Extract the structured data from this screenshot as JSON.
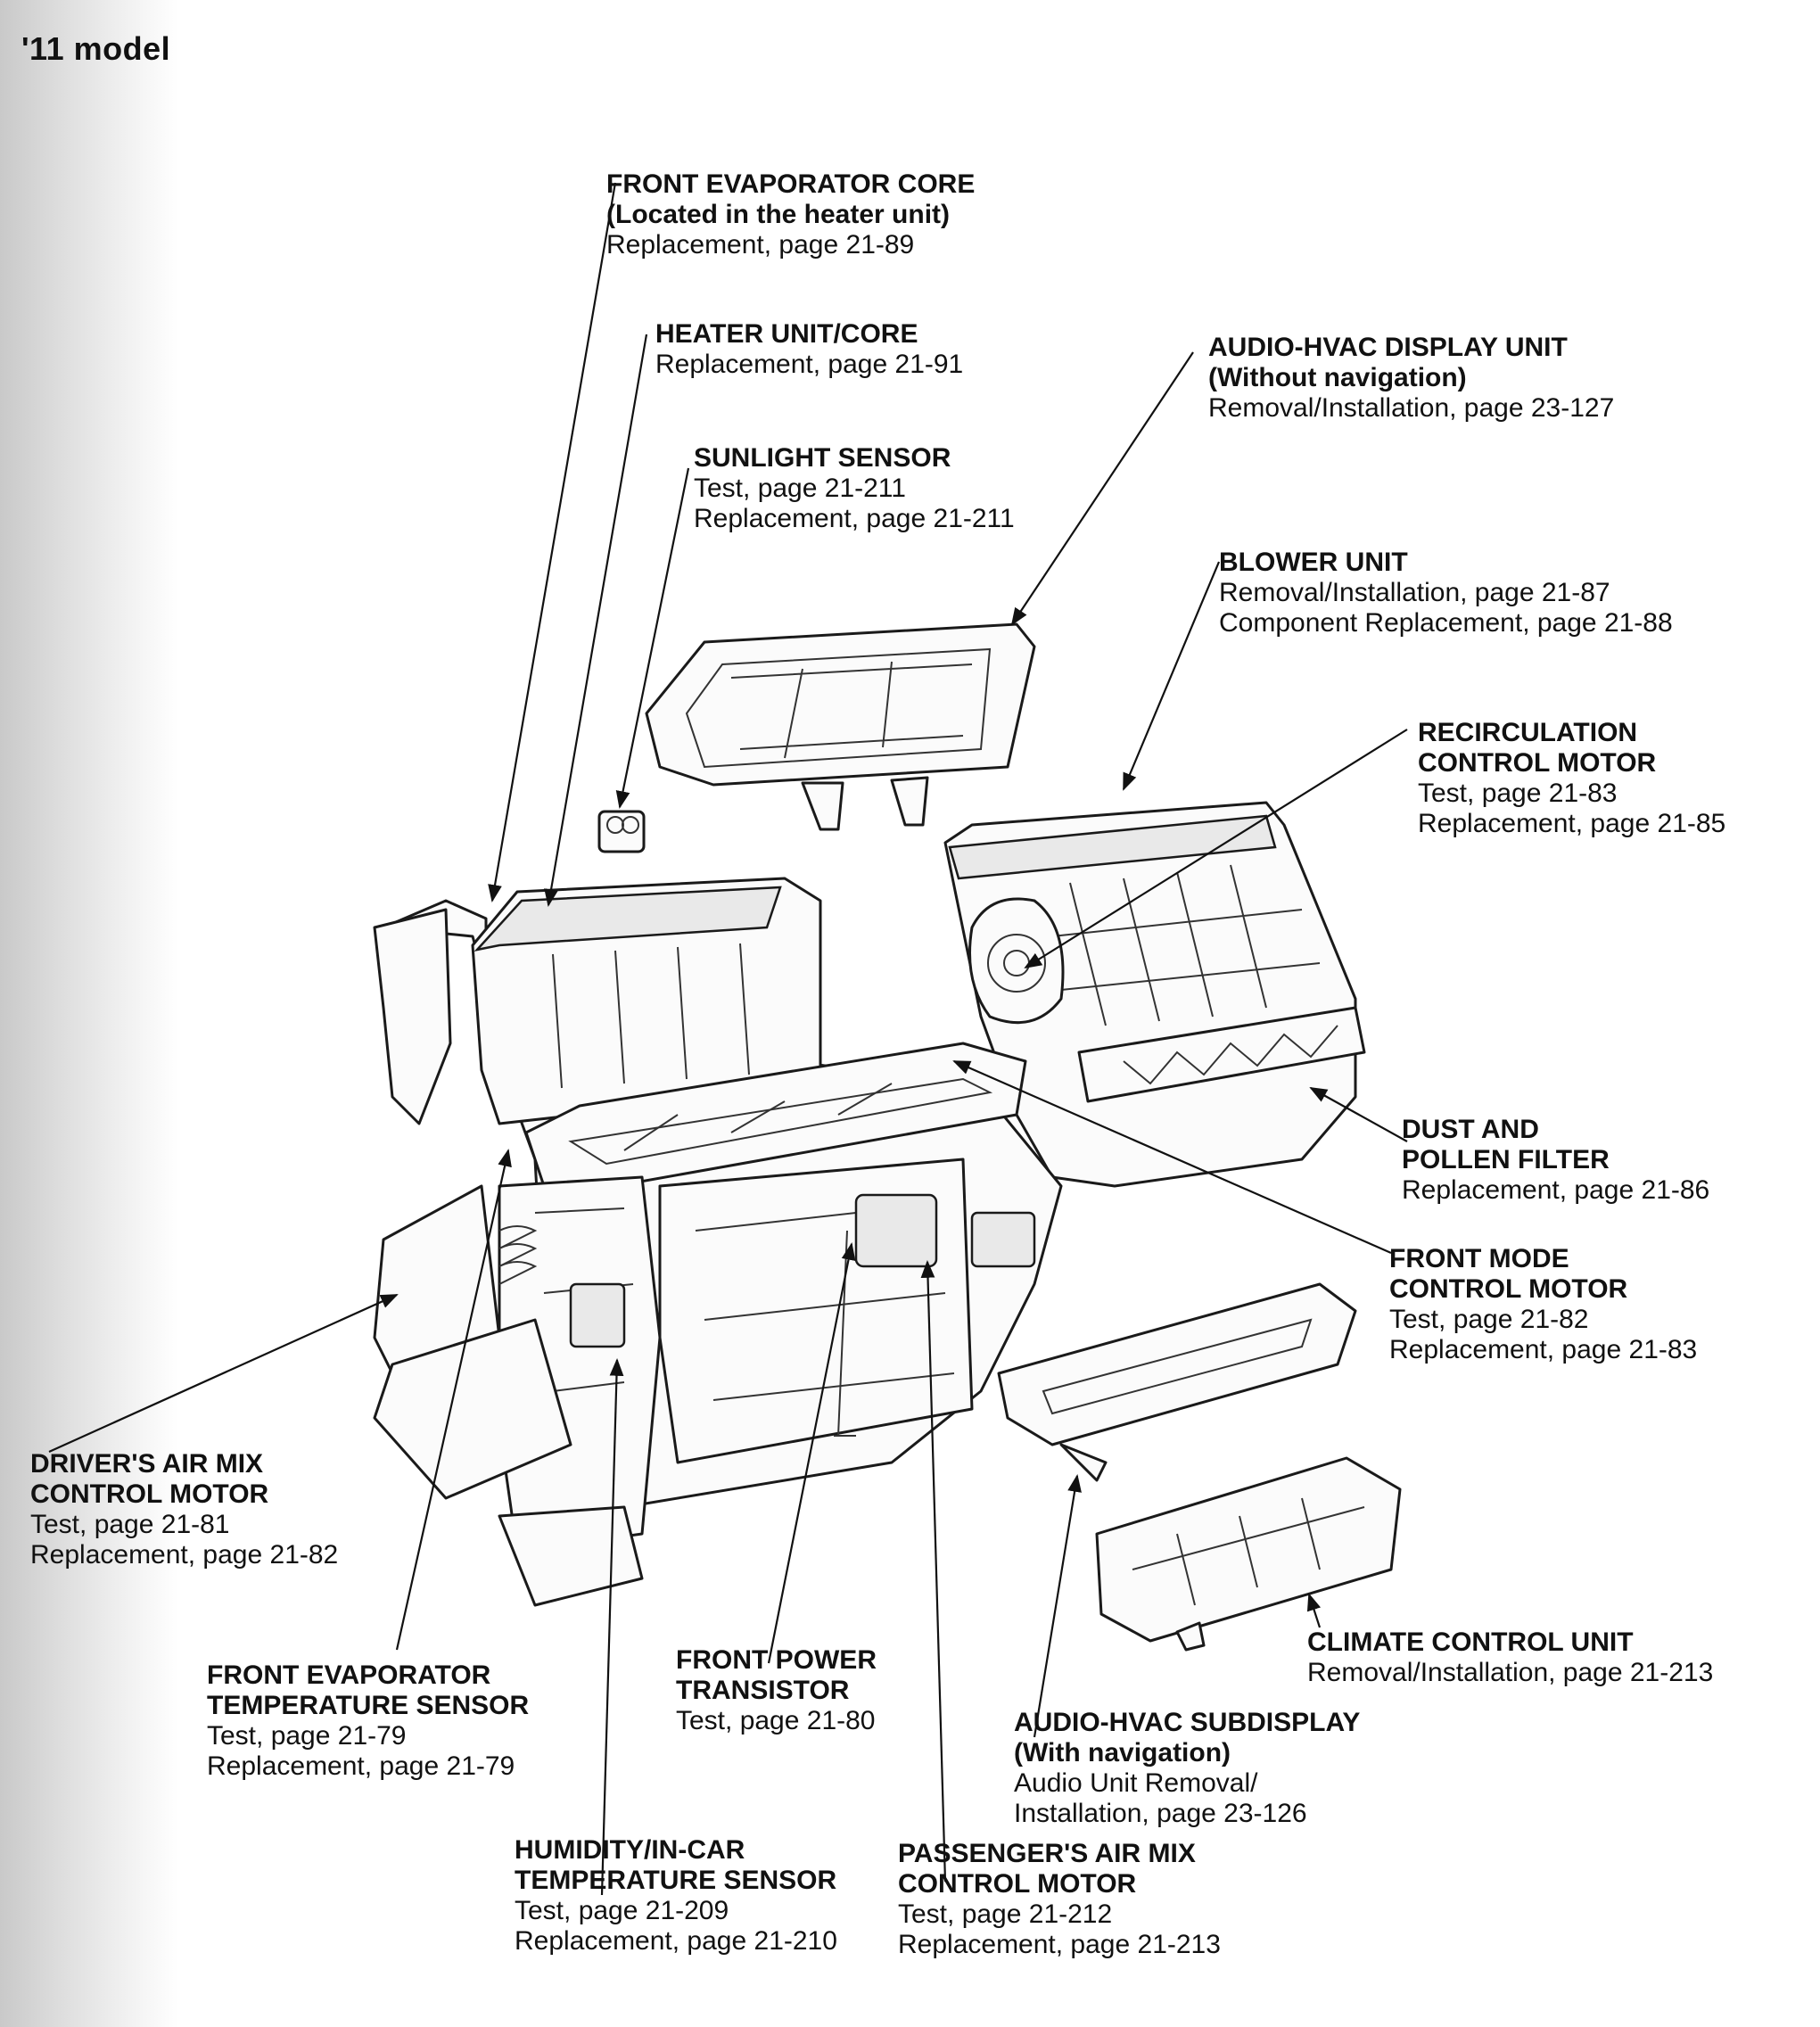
{
  "page": {
    "title": "'11 model"
  },
  "callouts": {
    "front_evap_core": {
      "name": "FRONT EVAPORATOR CORE",
      "note": "(Located in the heater unit)",
      "lines": [
        "Replacement, page 21-89"
      ]
    },
    "heater_unit": {
      "name": "HEATER UNIT/CORE",
      "lines": [
        "Replacement, page 21-91"
      ]
    },
    "sunlight_sensor": {
      "name": "SUNLIGHT SENSOR",
      "lines": [
        "Test, page 21-211",
        "Replacement, page 21-211"
      ]
    },
    "audio_hvac_display": {
      "name": "AUDIO-HVAC DISPLAY UNIT",
      "note": "(Without navigation)",
      "lines": [
        "Removal/Installation, page 23-127"
      ]
    },
    "blower_unit": {
      "name": "BLOWER UNIT",
      "lines": [
        "Removal/Installation, page 21-87",
        "Component Replacement, page 21-88"
      ]
    },
    "recirc_motor": {
      "name_lines": [
        "RECIRCULATION",
        "CONTROL MOTOR"
      ],
      "lines": [
        "Test, page 21-83",
        "Replacement, page 21-85"
      ]
    },
    "dust_filter": {
      "name_lines": [
        "DUST AND",
        "POLLEN FILTER"
      ],
      "lines": [
        "Replacement, page 21-86"
      ]
    },
    "front_mode_motor": {
      "name_lines": [
        "FRONT MODE",
        "CONTROL MOTOR"
      ],
      "lines": [
        "Test, page 21-82",
        "Replacement, page 21-83"
      ]
    },
    "drivers_air_mix": {
      "name_lines": [
        "DRIVER'S AIR MIX",
        "CONTROL MOTOR"
      ],
      "lines": [
        "Test, page 21-81",
        "Replacement, page 21-82"
      ]
    },
    "front_evap_temp": {
      "name_lines": [
        "FRONT EVAPORATOR",
        "TEMPERATURE SENSOR"
      ],
      "lines": [
        "Test, page 21-79",
        "Replacement, page 21-79"
      ]
    },
    "front_power_transistor": {
      "name_lines": [
        "FRONT POWER",
        "TRANSISTOR"
      ],
      "lines": [
        "Test, page 21-80"
      ]
    },
    "climate_control": {
      "name": "CLIMATE CONTROL UNIT",
      "lines": [
        "Removal/Installation, page 21-213"
      ]
    },
    "audio_hvac_subdisplay": {
      "name": "AUDIO-HVAC SUBDISPLAY",
      "note": "(With navigation)",
      "lines": [
        "Audio Unit Removal/",
        "Installation, page 23-126"
      ]
    },
    "humidity_sensor": {
      "name_lines": [
        "HUMIDITY/IN-CAR",
        "TEMPERATURE SENSOR"
      ],
      "lines": [
        "Test, page 21-209",
        "Replacement, page 21-210"
      ]
    },
    "passengers_air_mix": {
      "name_lines": [
        "PASSENGER'S AIR MIX",
        "CONTROL MOTOR"
      ],
      "lines": [
        "Test, page 21-212",
        "Replacement, page 21-213"
      ]
    }
  }
}
